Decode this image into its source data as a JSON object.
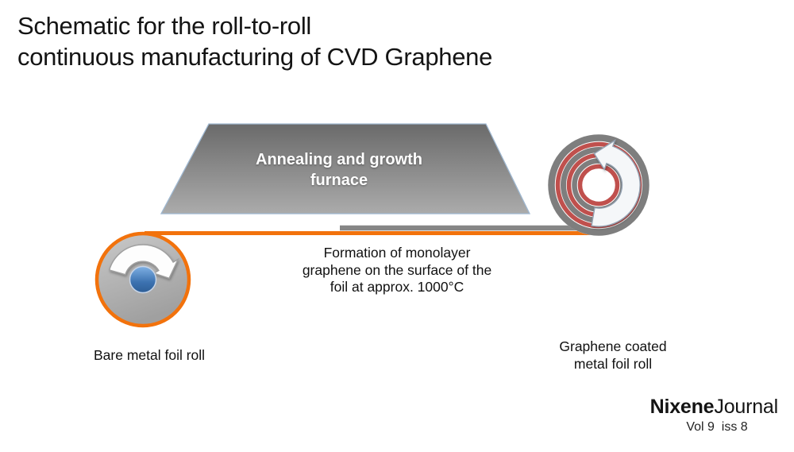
{
  "title": "Schematic for the roll-to-roll\ncontinuous manufacturing of CVD Graphene",
  "furnace": {
    "label": "Annealing and growth\nfurnace"
  },
  "process_note": "Formation of monolayer\ngraphene on the surface of the\nfoil at approx. 1000°C",
  "rolls": {
    "input_label": "Bare metal foil roll",
    "output_label": "Graphene coated\nmetal foil roll"
  },
  "footer": {
    "brand_bold": "Nixene",
    "brand_regular": "Journal",
    "issue": "Vol 9  iss 8"
  },
  "icons": {
    "input_roll_arrow": "rotation-clockwise-arrow-icon",
    "output_roll_arrow": "rotation-counterclockwise-arrow-icon"
  },
  "colors": {
    "accent_orange": "#F2720C",
    "graphene_red": "#C0504D",
    "roll_gray": "#7E7E7E",
    "foil_gray": "#868686",
    "furnace_gradient_top": "#6A6A6A",
    "furnace_gradient_bottom": "#ABABAB",
    "furnace_border": "#9FB8D1",
    "hub_blue": "#3C72B0",
    "text_color": "#141414",
    "furnace_label_color": "#FFFFFF"
  }
}
